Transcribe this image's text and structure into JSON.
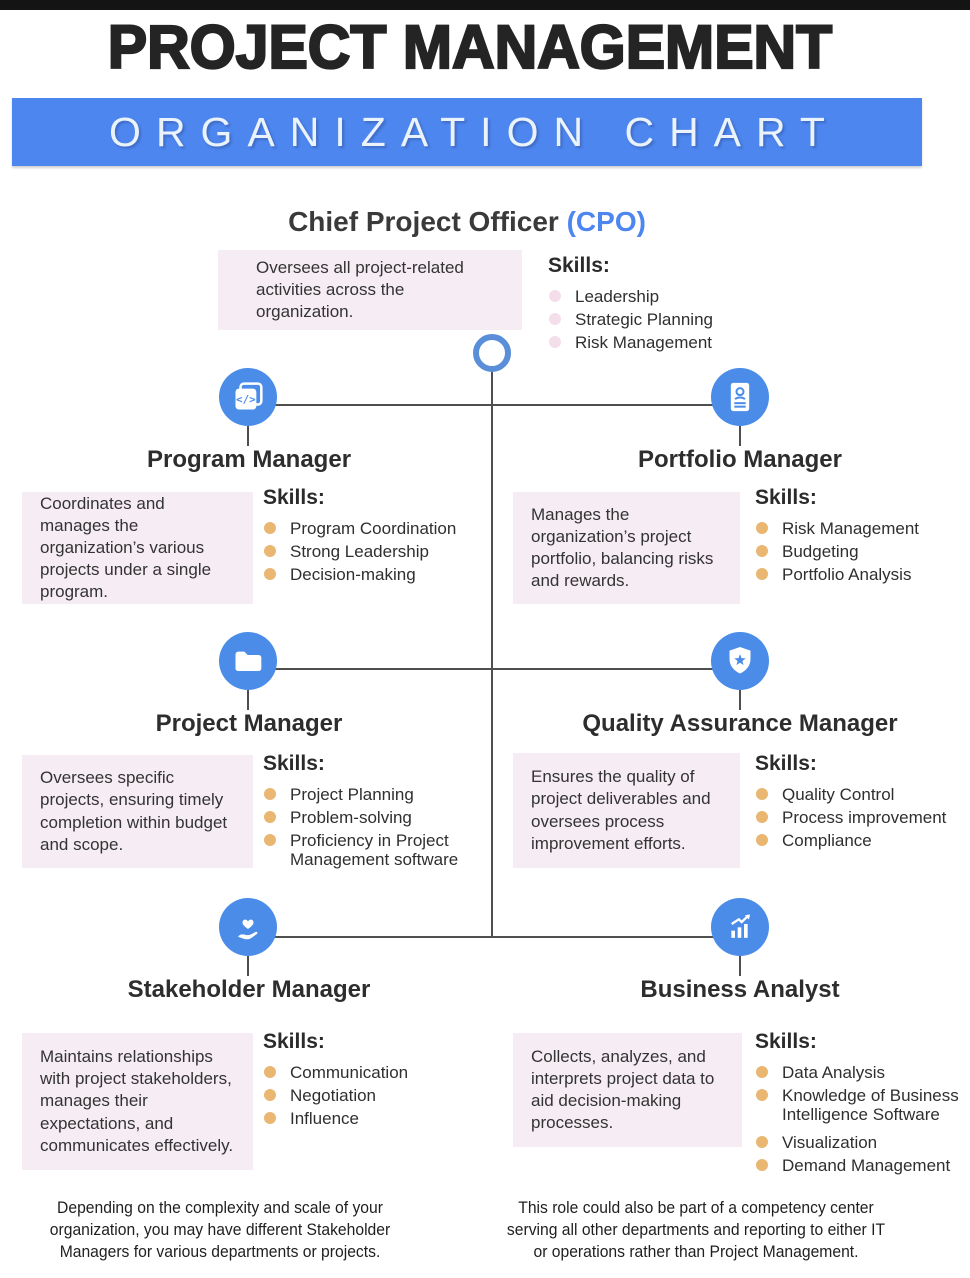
{
  "header": {
    "title": "PROJECT MANAGEMENT",
    "banner": "ORGANIZATION CHART"
  },
  "cpo": {
    "title": "Chief Project Officer",
    "abbr": "(CPO)",
    "description": "Oversees all project-related activities across the organization.",
    "skills_label": "Skills:",
    "skills": [
      "Leadership",
      "Strategic Planning",
      "Risk Management"
    ]
  },
  "roles": [
    {
      "name": "Program Manager",
      "icon": "code-icon",
      "description": "Coordinates and manages the organization’s various projects under a single program.",
      "skills_label": "Skills:",
      "skills": [
        "Program Coordination",
        "Strong Leadership",
        "Decision-making"
      ]
    },
    {
      "name": "Portfolio Manager",
      "icon": "id-card-icon",
      "description": "Manages the organization’s project portfolio, balancing risks and rewards.",
      "skills_label": "Skills:",
      "skills": [
        "Risk Management",
        "Budgeting",
        "Portfolio Analysis"
      ]
    },
    {
      "name": "Project Manager",
      "icon": "folder-icon",
      "description": "Oversees specific projects, ensuring timely completion within budget and scope.",
      "skills_label": "Skills:",
      "skills": [
        "Project Planning",
        "Problem-solving",
        "Proficiency in Project Management software"
      ]
    },
    {
      "name": "Quality Assurance Manager",
      "icon": "shield-star-icon",
      "description": "Ensures the quality of project deliverables and oversees process improvement efforts.",
      "skills_label": "Skills:",
      "skills": [
        "Quality Control",
        "Process improvement",
        "Compliance"
      ]
    },
    {
      "name": "Stakeholder Manager",
      "icon": "heart-hand-icon",
      "description": "Maintains relationships with project stakeholders, manages their expectations, and communicates effectively.",
      "skills_label": "Skills:",
      "skills": [
        "Communication",
        "Negotiation",
        "Influence"
      ]
    },
    {
      "name": "Business Analyst",
      "icon": "bar-chart-icon",
      "description": "Collects, analyzes, and interprets project data to aid decision-making processes.",
      "skills_label": "Skills:",
      "skills": [
        "Data Analysis",
        "Knowledge of Business Intelligence Software",
        "Visualization",
        "Demand Management"
      ]
    }
  ],
  "footnotes": [
    "Depending on the complexity and scale of your organization, you may have different Stakeholder Managers for various departments or projects.",
    "This role could also be part of a competency center serving all other departments and reporting to either IT or operations rather than Project Management."
  ],
  "colors": {
    "banner_blue": "#4d86ef",
    "icon_blue": "#4a8ce8",
    "accent_blue": "#4d86ef",
    "skill_bullet_orange": "#e9b772",
    "cpo_bullet_pink": "#f3dee9",
    "box_background": "#f6edf4",
    "connector_gray": "#4f4f4f",
    "title_dark": "#242424"
  }
}
